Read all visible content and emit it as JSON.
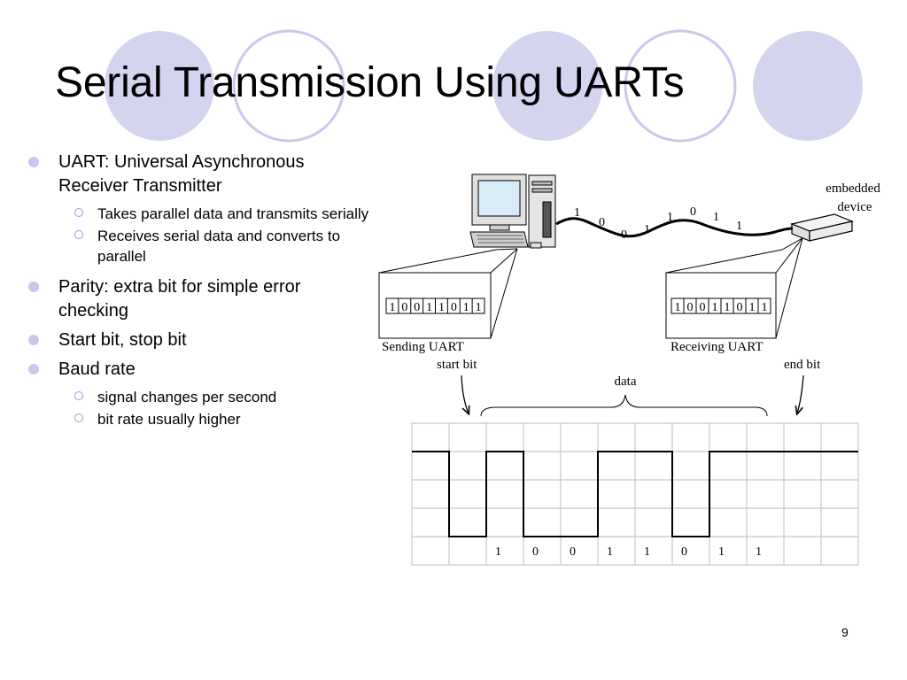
{
  "slide": {
    "title": "Serial Transmission Using UARTs",
    "number": "9"
  },
  "bullets": {
    "b1": "UART: Universal Asynchronous Receiver Transmitter",
    "b1_1": "Takes parallel data and transmits serially",
    "b1_2": "Receives serial data and converts to parallel",
    "b2": "Parity: extra bit for simple error checking",
    "b3": "Start bit, stop bit",
    "b4": "Baud rate",
    "b4_1": "signal changes per second",
    "b4_2": "bit rate usually higher"
  },
  "diagram": {
    "embedded_device_line1": "embedded",
    "embedded_device_line2": "device",
    "sending_uart_label": "Sending UART",
    "receiving_uart_label": "Receiving UART",
    "register_bits": [
      "1",
      "0",
      "0",
      "1",
      "1",
      "0",
      "1",
      "1"
    ],
    "wire_bits": [
      "1",
      "0",
      "0",
      "1",
      "1",
      "0",
      "1",
      "1"
    ],
    "start_bit_label": "start bit",
    "end_bit_label": "end bit",
    "data_label": "data",
    "waveform_bits": [
      "1",
      "0",
      "0",
      "1",
      "1",
      "0",
      "1",
      "1"
    ]
  },
  "colors": {
    "decor_circle_fill": "#d4d4ee",
    "decor_circle_ring": "#c8c8ee",
    "grid_line": "#c8c8c8",
    "bullet_fill": "#c8c8ee"
  }
}
